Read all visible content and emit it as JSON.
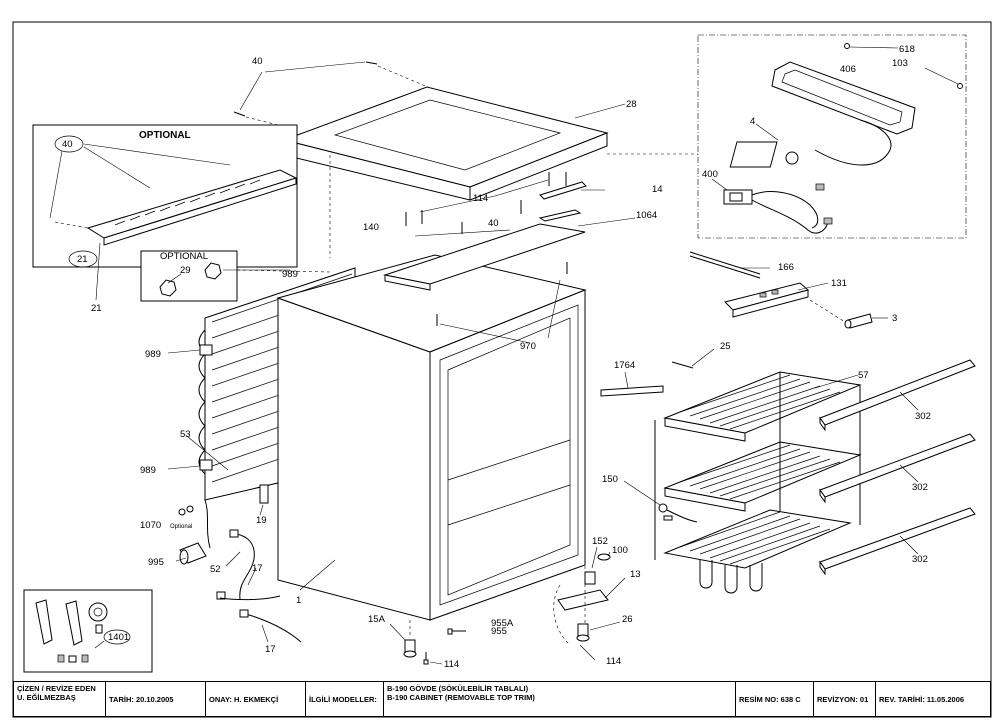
{
  "callouts": {
    "c40a": "40",
    "c618": "618",
    "c103": "103",
    "c406": "406",
    "c28": "28",
    "c4": "4",
    "c400": "400",
    "c40b": "40",
    "c21a": "21",
    "c21b": "21",
    "c29": "29",
    "c114a": "114",
    "c14": "14",
    "c40c": "40",
    "c1064": "1064",
    "c140": "140",
    "c989a": "989",
    "c166": "166",
    "c131": "131",
    "c3": "3",
    "c970": "970",
    "c989b": "989",
    "c53": "53",
    "c989c": "989",
    "c25": "25",
    "c1764": "1764",
    "c57": "57",
    "c302a": "302",
    "c302b": "302",
    "c302c": "302",
    "c19": "19",
    "c1070": "1070",
    "c150": "150",
    "c995": "995",
    "c52": "52",
    "c17a": "17",
    "c17b": "17",
    "c1": "1",
    "c152": "152",
    "c100": "100",
    "c13": "13",
    "c15A": "15A",
    "c955A": "955A",
    "c955": "955",
    "c26": "26",
    "c114b": "114",
    "c114c": "114",
    "c1401": "1401"
  },
  "optional_box_title": "OPTIONAL",
  "optional_small_title": "OPTIONAL",
  "optional_note": "Optional",
  "title_block": {
    "drawn_by_label": "ÇİZEN / REVİZE EDEN",
    "drawn_by_name": "U. EĞİLMEZBAŞ",
    "date": "TARİH: 20.10.2005",
    "approval": "ONAY: H. EKMEKÇİ",
    "models_label": "İLGİLİ MODELLER:",
    "model_line_1": "B-190  GÖVDE (SÖKÜLEBİLİR TABLALI)",
    "model_line_2": "B-190 CABINET (REMOVABLE TOP TRIM)",
    "drawing_no": "RESİM NO: 638 C",
    "revision": "REVİZYON: 01",
    "revision_date": "REV. TARİHİ:  11.05.2006"
  }
}
